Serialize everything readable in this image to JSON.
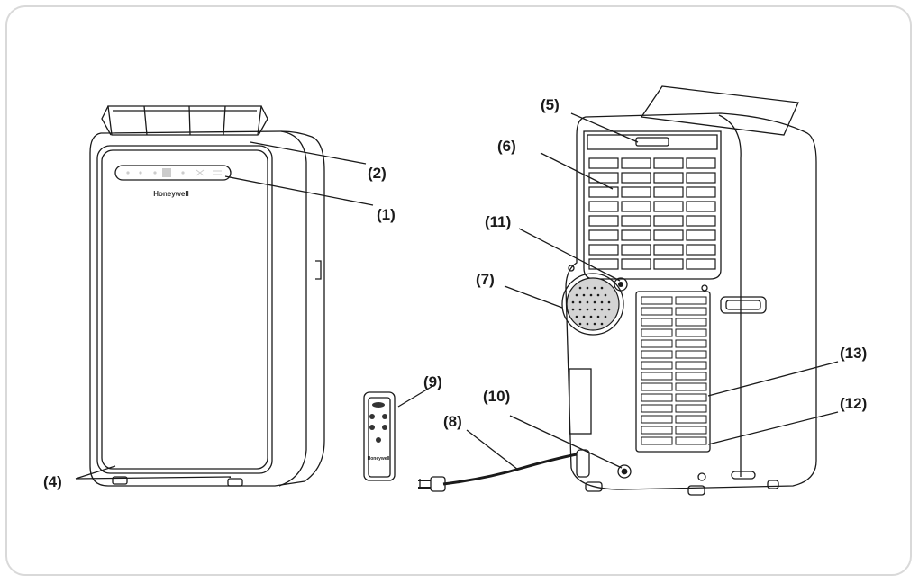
{
  "brand": "Honeywell",
  "colors": {
    "outline": "#1a1a1a",
    "body_fill": "#f4f4f4",
    "panel_fill": "#ececec",
    "frame": "#d9d9d9"
  },
  "callouts": [
    {
      "id": "1",
      "label": "(1)"
    },
    {
      "id": "2",
      "label": "(2)"
    },
    {
      "id": "4",
      "label": "(4)"
    },
    {
      "id": "5",
      "label": "(5)"
    },
    {
      "id": "6",
      "label": "(6)"
    },
    {
      "id": "7",
      "label": "(7)"
    },
    {
      "id": "8",
      "label": "(8)"
    },
    {
      "id": "9",
      "label": "(9)"
    },
    {
      "id": "10",
      "label": "(10)"
    },
    {
      "id": "11",
      "label": "(11)"
    },
    {
      "id": "12",
      "label": "(12)"
    },
    {
      "id": "13",
      "label": "(13)"
    }
  ]
}
